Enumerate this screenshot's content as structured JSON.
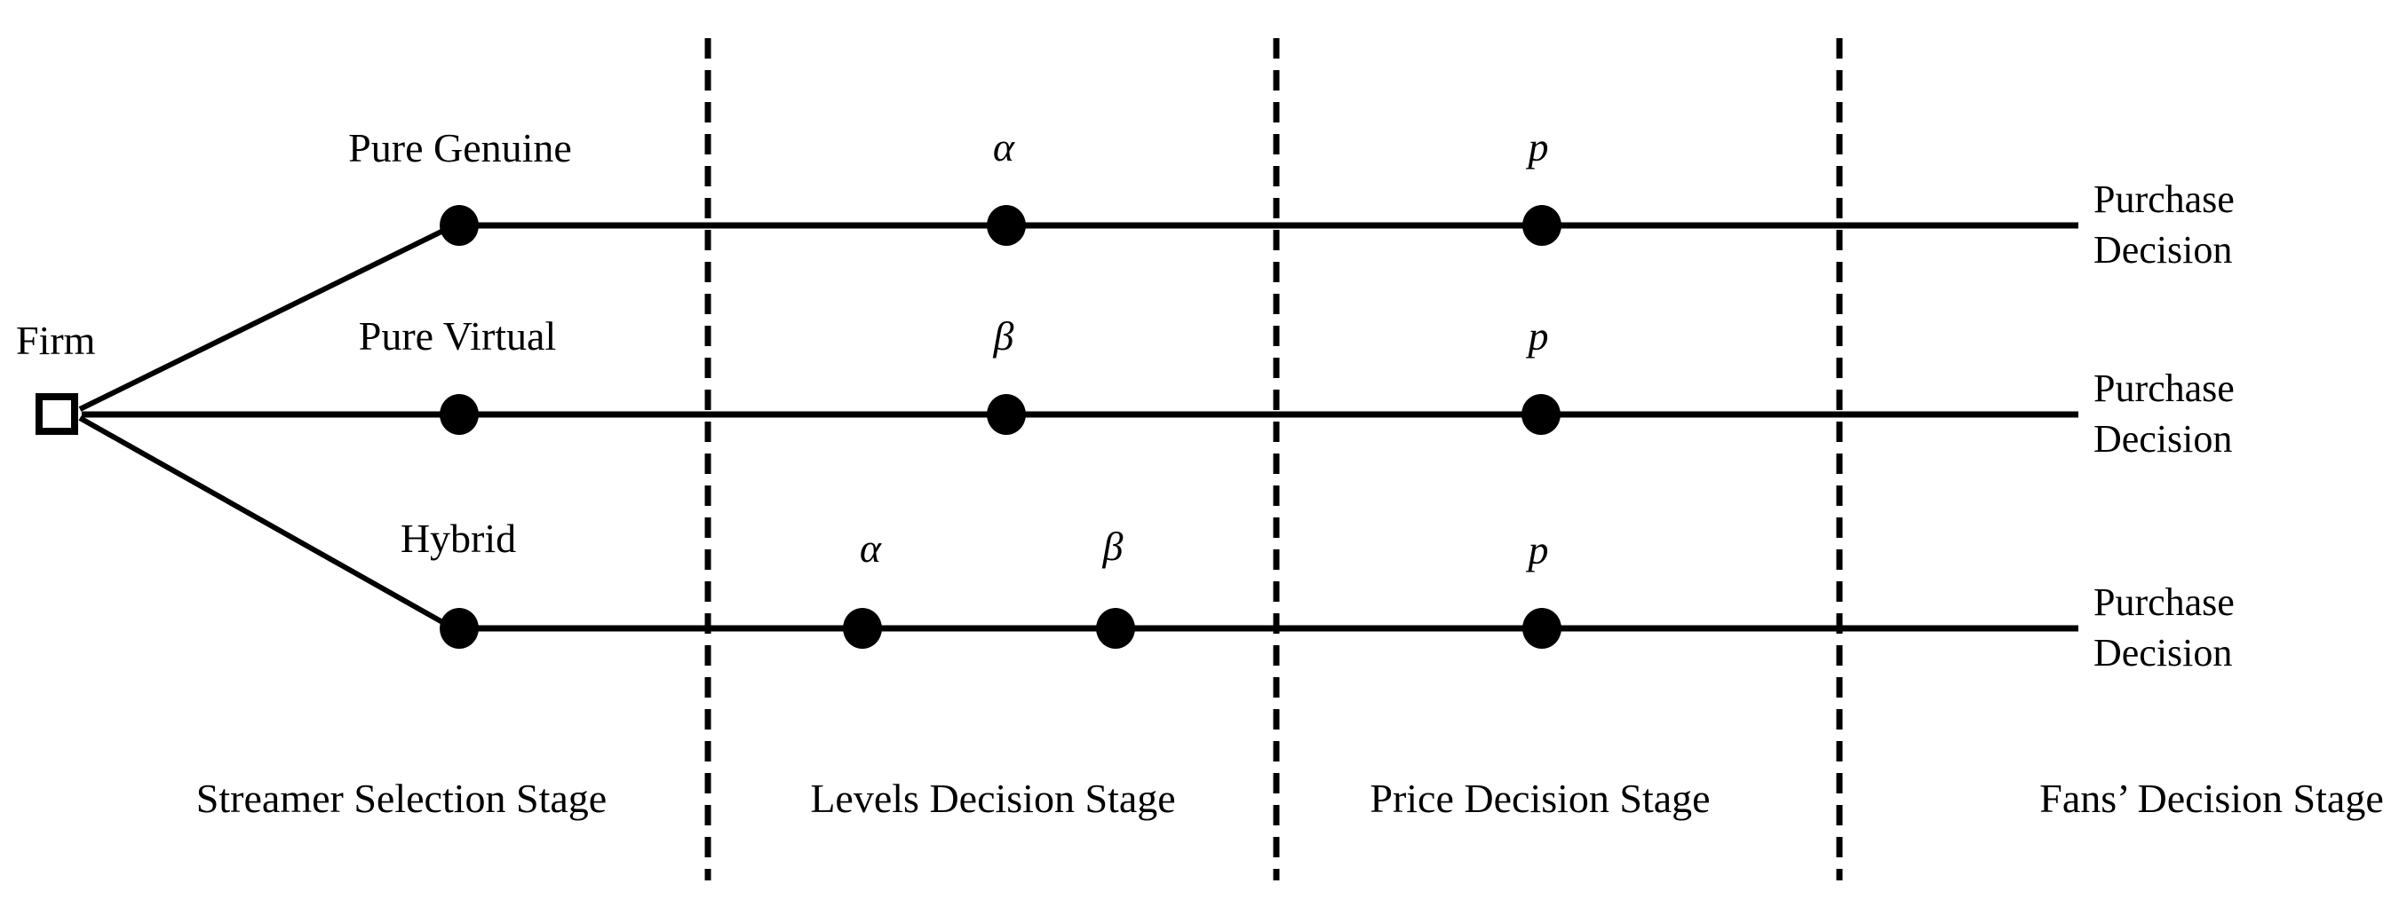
{
  "figure": {
    "background": "#ffffff",
    "ink": "#000000",
    "root": {
      "label": "Firm"
    },
    "branches": [
      {
        "name": "pure-genuine",
        "label": "Pure Genuine",
        "level_labels": [
          "α"
        ],
        "price_label": "p",
        "outcome_line1": "Purchase",
        "outcome_line2": "Decision"
      },
      {
        "name": "pure-virtual",
        "label": "Pure Virtual",
        "level_labels": [
          "β"
        ],
        "price_label": "p",
        "outcome_line1": "Purchase",
        "outcome_line2": "Decision"
      },
      {
        "name": "hybrid",
        "label": "Hybrid",
        "level_labels": [
          "α",
          "β"
        ],
        "price_label": "p",
        "outcome_line1": "Purchase",
        "outcome_line2": "Decision"
      }
    ],
    "stages": [
      "Streamer Selection Stage",
      "Levels Decision Stage",
      "Price Decision Stage",
      "Fans’ Decision Stage"
    ]
  }
}
